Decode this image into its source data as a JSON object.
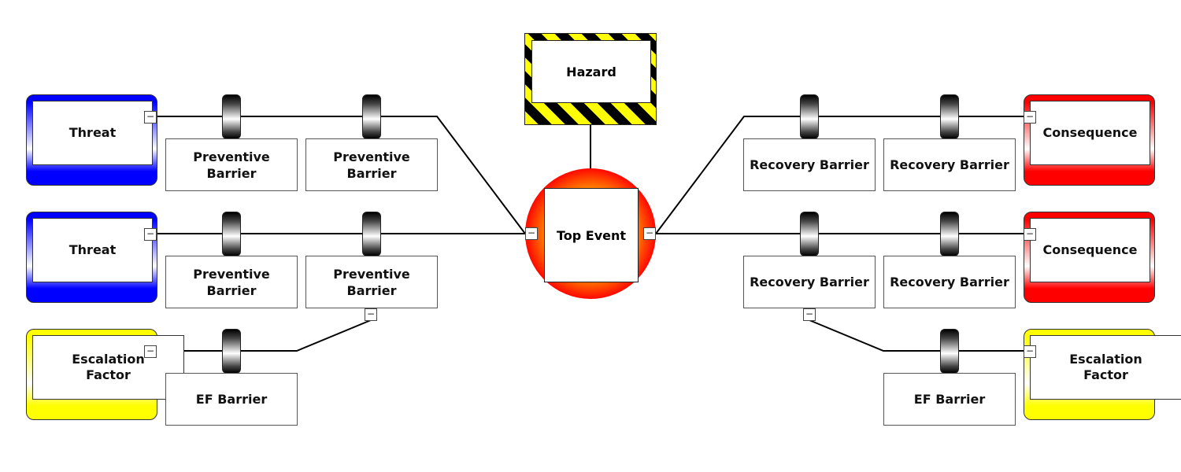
{
  "hazard": {
    "label": "Hazard"
  },
  "top_event": {
    "label": "Top Event"
  },
  "threats": [
    {
      "label": "Threat"
    },
    {
      "label": "Threat"
    }
  ],
  "consequences": [
    {
      "label": "Consequence"
    },
    {
      "label": "Consequence"
    }
  ],
  "escalation_factors": [
    {
      "label": "Escalation Factor"
    },
    {
      "label": "Escalation Factor"
    }
  ],
  "preventive_barriers": [
    {
      "label": "Preventive Barrier"
    },
    {
      "label": "Preventive Barrier"
    },
    {
      "label": "Preventive Barrier"
    },
    {
      "label": "Preventive Barrier"
    }
  ],
  "recovery_barriers": [
    {
      "label": "Recovery Barrier"
    },
    {
      "label": "Recovery Barrier"
    },
    {
      "label": "Recovery Barrier"
    },
    {
      "label": "Recovery Barrier"
    }
  ],
  "ef_barriers": [
    {
      "label": "EF Barrier"
    },
    {
      "label": "EF Barrier"
    }
  ],
  "collapse_symbol": "−",
  "colors": {
    "threat": "#0000ff",
    "consequence": "#ff0000",
    "escalation": "#ffff00",
    "top_event": "#ff0000"
  }
}
